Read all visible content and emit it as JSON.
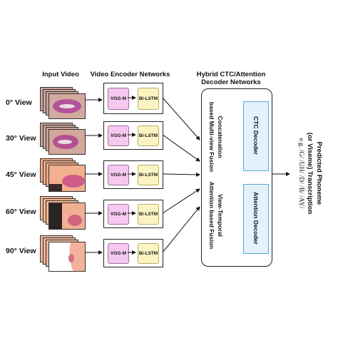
{
  "headers": {
    "input_video": "Input Video",
    "encoder": "Video Encoder Networks",
    "decoder_line1": "Hybrid CTC/Attention",
    "decoder_line2": "Decoder Networks"
  },
  "views": [
    {
      "label": "0° View"
    },
    {
      "label": "30° View"
    },
    {
      "label": "45° View"
    },
    {
      "label": "60° View"
    },
    {
      "label": "90° View"
    }
  ],
  "encoder": {
    "vgg_label": "VGG-M",
    "lstm_label": "Bi-LSTM"
  },
  "fusion": {
    "concat_line1": "Concatenation",
    "concat_line2": "based Multi-view Fusion",
    "vt_line1": "View-Temporal",
    "vt_line2": "Attention based Fusion"
  },
  "decoders": {
    "ctc": "CTC Decoder",
    "attention": "Attention Decoder"
  },
  "output": {
    "line1": "Predicted Phoneme",
    "line2": "(or Viseme) Transcription",
    "line3": "e.g. /G/ /UH/ /D/ /B/ /AY/"
  },
  "colors": {
    "vgg": "#f6c8ef",
    "lstm": "#fbf4c2",
    "decoder": "#e3f1fb",
    "decoder_border": "#5aa7d6"
  }
}
